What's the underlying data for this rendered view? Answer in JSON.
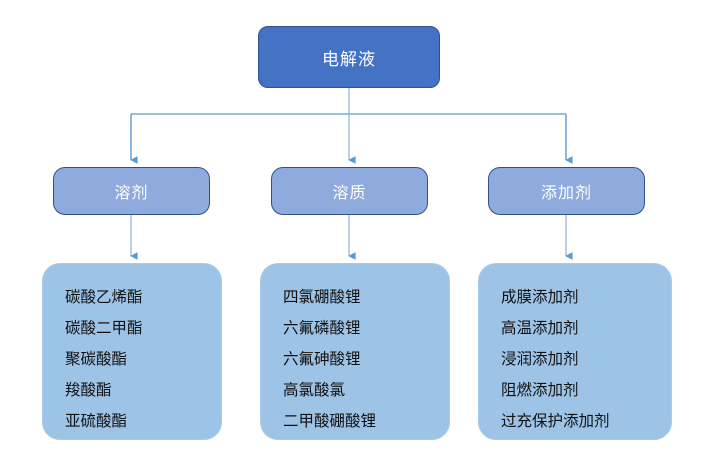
{
  "diagram": {
    "type": "tree",
    "title_node": {
      "label": "电解液"
    },
    "branches": [
      {
        "label": "溶剂",
        "items": [
          "碳酸乙烯酯",
          "碳酸二甲酯",
          "聚碳酸酯",
          "羧酸酯",
          "亚硫酸酯"
        ]
      },
      {
        "label": "溶质",
        "items": [
          "四氯硼酸锂",
          "六氟磷酸锂",
          "六氟砷酸锂",
          "高氯酸氯",
          "二甲酸硼酸锂"
        ]
      },
      {
        "label": "添加剂",
        "items": [
          "成膜添加剂",
          "高温添加剂",
          "浸润添加剂",
          "阻燃添加剂",
          "过充保护添加剂"
        ]
      }
    ]
  },
  "colors": {
    "root_fill": "#4472C4",
    "root_border": "#2F528F",
    "mid_fill": "#8FAADC",
    "mid_border": "#2F528F",
    "leaf_fill": "#9DC3E6",
    "leaf_border": "#A7CBEA",
    "connector": "#5B9BD5",
    "background": "#FFFFFF"
  }
}
